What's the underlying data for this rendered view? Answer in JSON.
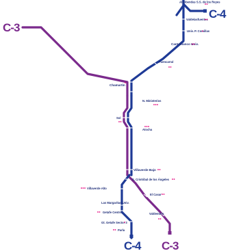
{
  "lines": {
    "c4_top": "C-4",
    "c3_left": "C-3",
    "c4_bottom": "C-4",
    "c3_bottom": "C-3",
    "colors": {
      "c4": "#1e3a96",
      "c3": "#7b2a8c",
      "interchange": "#e4007c"
    }
  },
  "stations": {
    "alcobendas": "Alcobendas S.S. de los Reyes",
    "valdelasfuentes": "Valdelasfuentes",
    "univ_cantoblanco": "Univ. P. Comillas",
    "cantoblanco": "Cantoblanco Univ.",
    "fuencarral": "Fuencarral",
    "chamartin": "Chamartín",
    "n_ministerios": "N. Ministerios",
    "sol": "Sol",
    "atocha": "Atocha",
    "villaverde_bajo": "Villaverde Bajo",
    "s_cristobal": "S. Cristóbal de los Ángeles",
    "el_casar": "El Casar",
    "villaverde_alto": "Villaverde Alto",
    "las_margaritas": "Las Margaritas Univ.",
    "getafe_centro": "Getafe Centro",
    "getafe_sector3": "Gt. Getafe Sector 3",
    "parla": "Parla",
    "valdemoro": "Valdemoro"
  }
}
